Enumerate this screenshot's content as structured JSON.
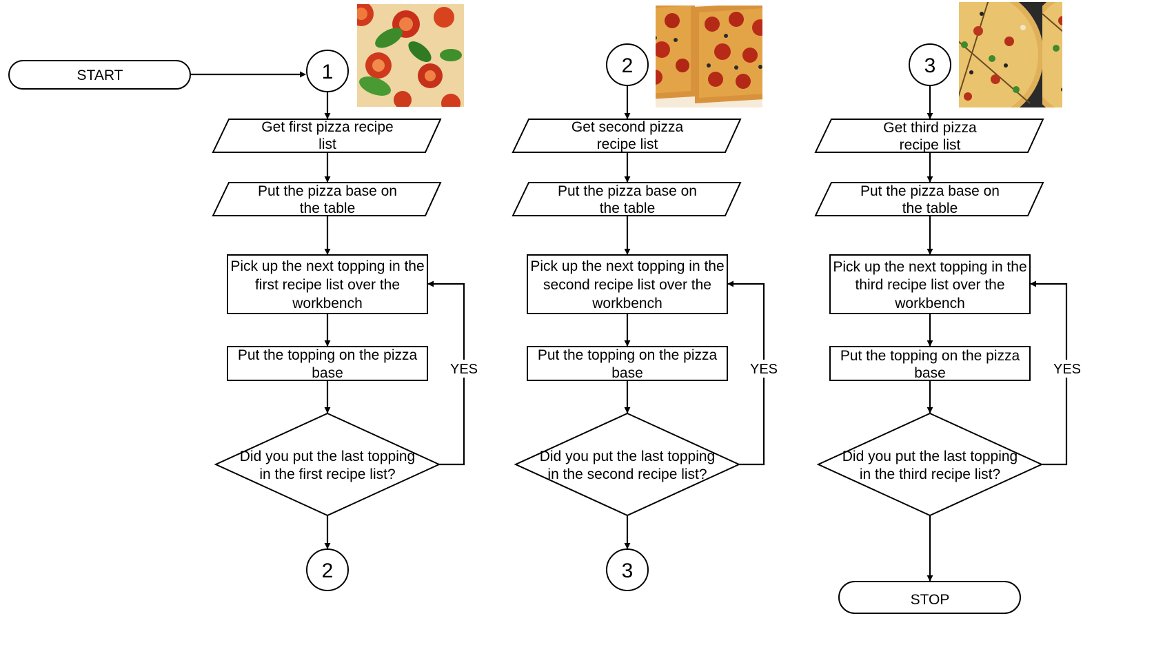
{
  "start_label": "START",
  "stop_label": "STOP",
  "yes_label": "YES",
  "columns": [
    {
      "entry_connector": "1",
      "exit_connector": "2",
      "image_icon": "pizza-margherita-photo-icon",
      "get_recipe": [
        "Get first pizza recipe",
        "list"
      ],
      "put_base": [
        "Put the pizza base on",
        "the table"
      ],
      "pick_topping": [
        "Pick up the next topping in the",
        "first recipe list over the",
        "workbench"
      ],
      "put_topping": [
        "Put the topping on the pizza",
        "base"
      ],
      "decision": [
        "Did you put the last topping",
        "in the first recipe list?"
      ]
    },
    {
      "entry_connector": "2",
      "exit_connector": "3",
      "image_icon": "pizza-pepperoni-photo-icon",
      "get_recipe": [
        "Get second pizza",
        "recipe list"
      ],
      "put_base": [
        "Put the pizza base on",
        "the table"
      ],
      "pick_topping": [
        "Pick up the next topping in the",
        "second recipe list over the",
        "workbench"
      ],
      "put_topping": [
        "Put the topping on the pizza",
        "base"
      ],
      "decision": [
        "Did you put the last topping",
        "in the second recipe list?"
      ]
    },
    {
      "entry_connector": "3",
      "exit_connector": "",
      "image_icon": "pizza-supreme-photo-icon",
      "get_recipe": [
        "Get third pizza",
        "recipe list"
      ],
      "put_base": [
        "Put the pizza base on",
        "the table"
      ],
      "pick_topping": [
        "Pick up the next topping in the",
        "third recipe list over the",
        "workbench"
      ],
      "put_topping": [
        "Put the topping on the pizza",
        "base"
      ],
      "decision": [
        "Did you put the last topping",
        "in the third recipe list?"
      ]
    }
  ]
}
